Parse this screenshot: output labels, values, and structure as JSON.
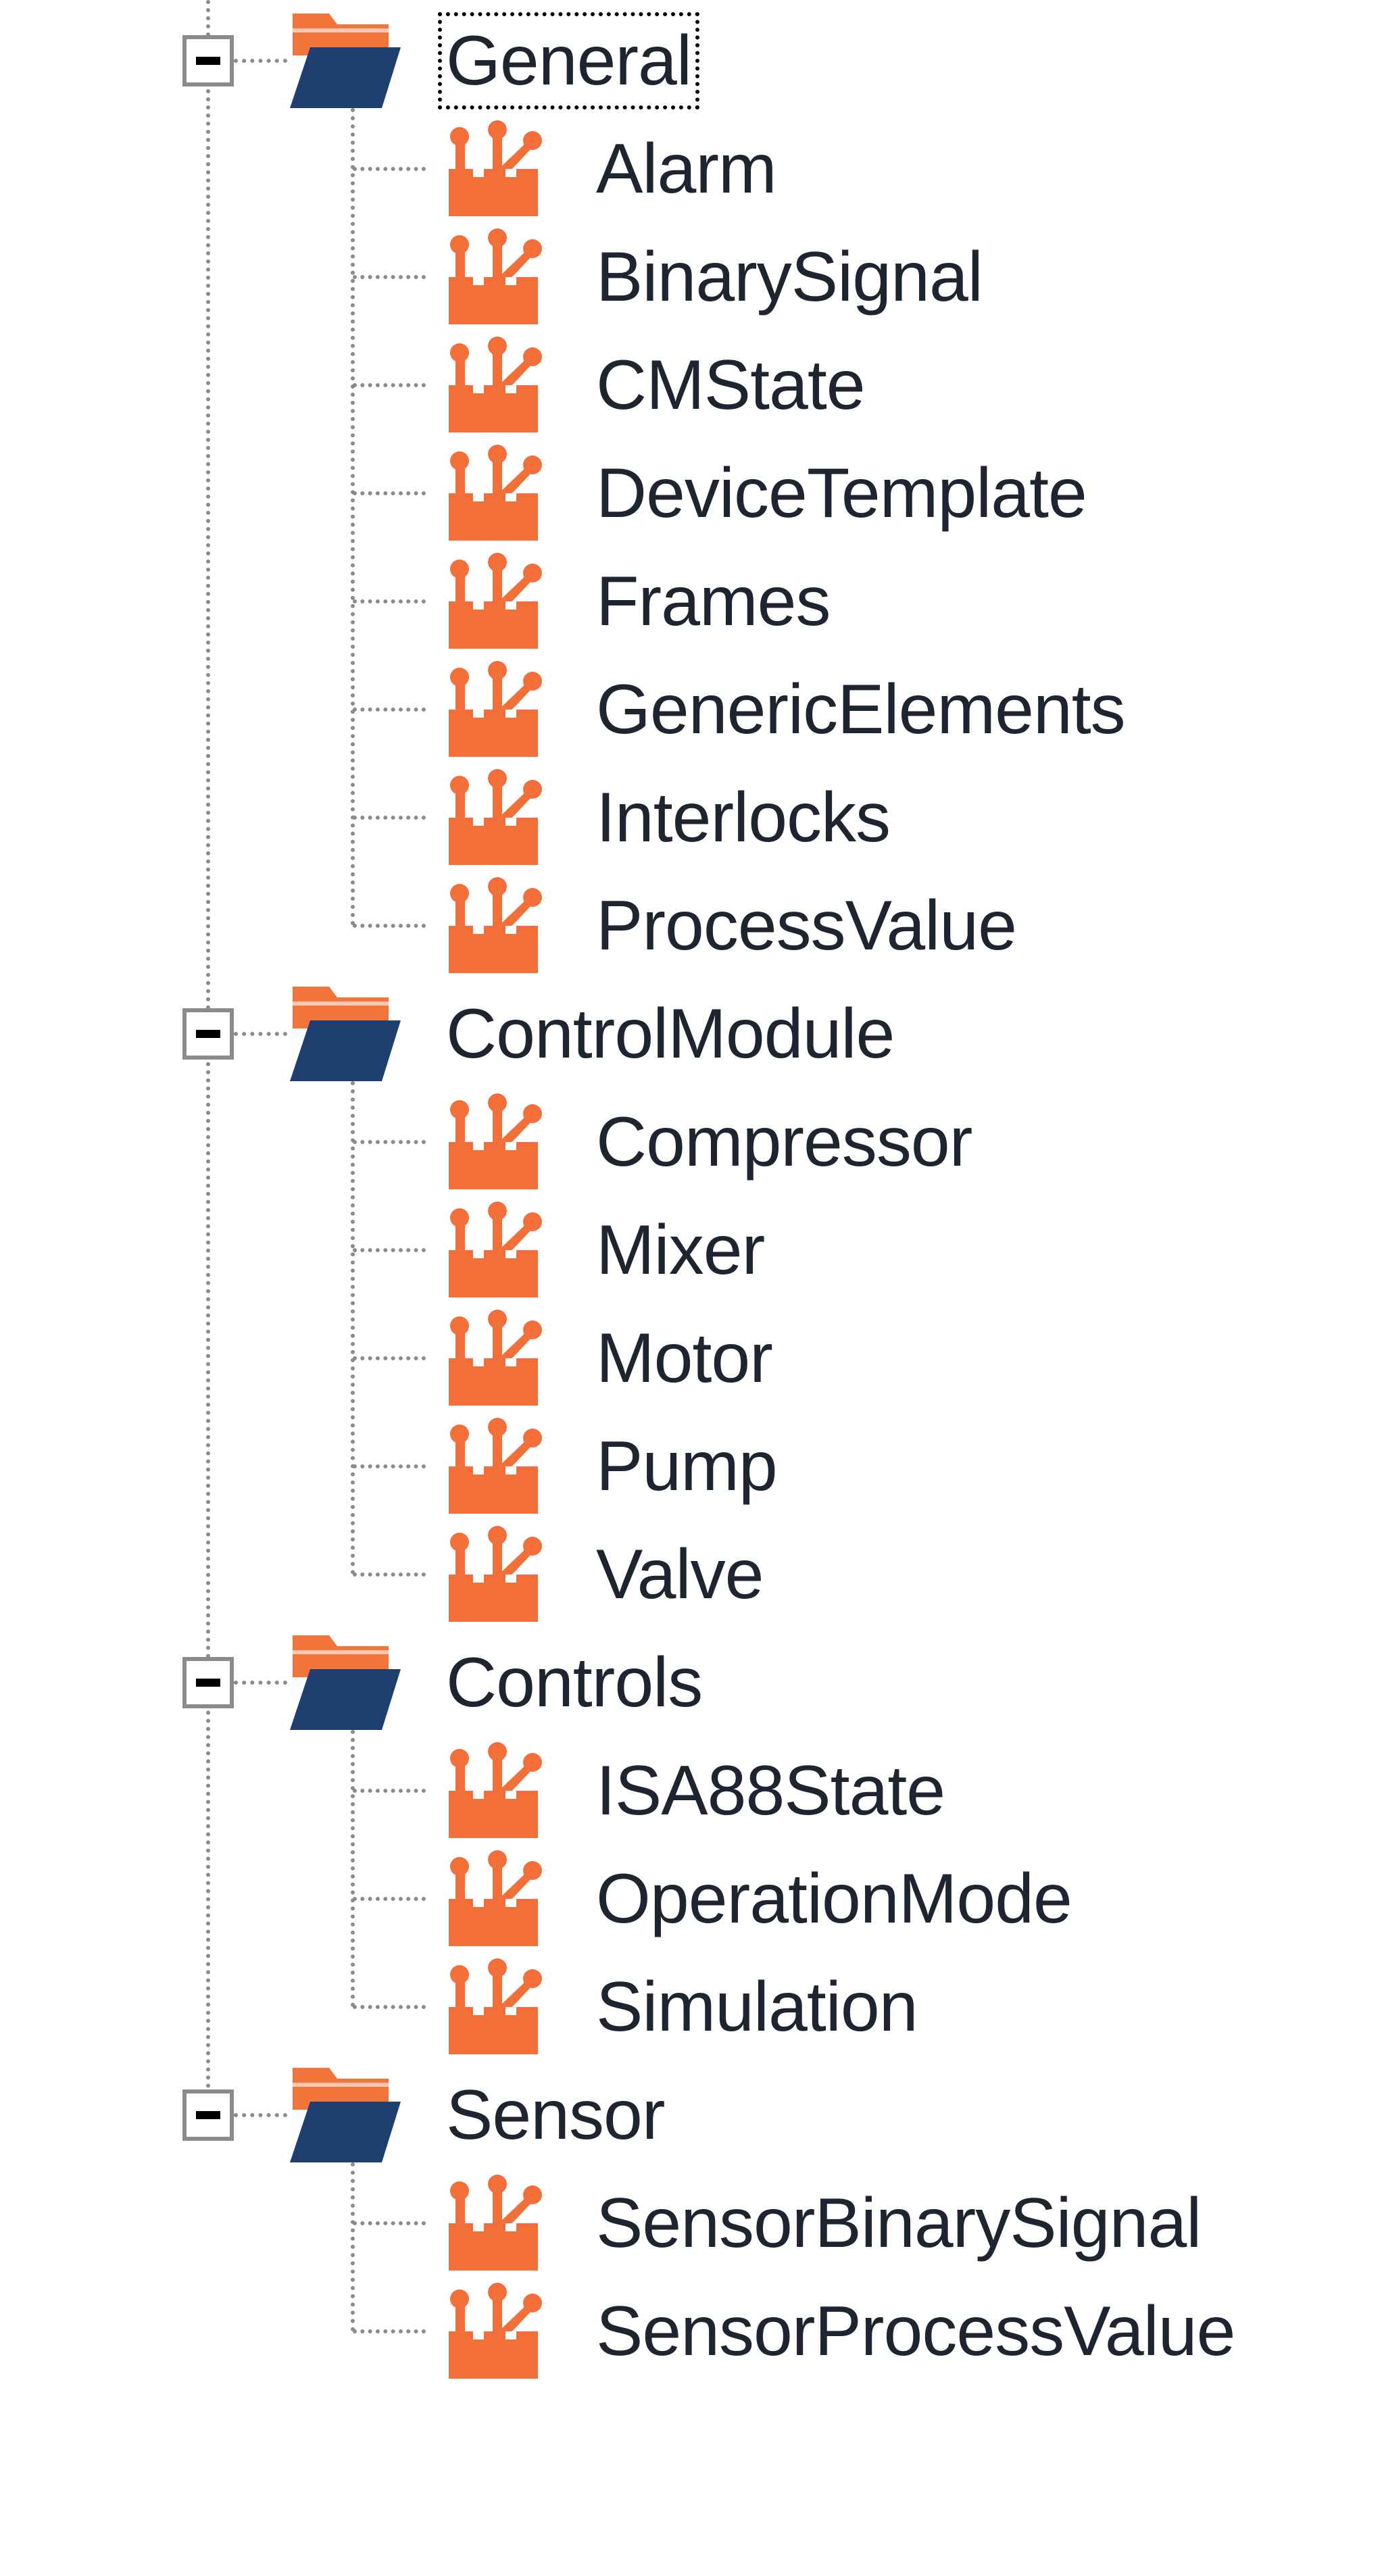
{
  "tree": {
    "selected": "General",
    "groups": [
      {
        "label": "General",
        "folder_icon": "open-folder-icon",
        "toggle_icon": "collapse-minus-icon",
        "expanded": true,
        "children": [
          {
            "label": "Alarm",
            "icon": "faceplate-type-icon"
          },
          {
            "label": "BinarySignal",
            "icon": "faceplate-type-icon"
          },
          {
            "label": "CMState",
            "icon": "faceplate-type-icon"
          },
          {
            "label": "DeviceTemplate",
            "icon": "faceplate-type-icon"
          },
          {
            "label": "Frames",
            "icon": "faceplate-type-icon"
          },
          {
            "label": "GenericElements",
            "icon": "faceplate-type-icon"
          },
          {
            "label": "Interlocks",
            "icon": "faceplate-type-icon"
          },
          {
            "label": "ProcessValue",
            "icon": "faceplate-type-icon"
          }
        ]
      },
      {
        "label": "ControlModule",
        "folder_icon": "open-folder-icon",
        "toggle_icon": "collapse-minus-icon",
        "expanded": true,
        "children": [
          {
            "label": "Compressor",
            "icon": "faceplate-type-icon"
          },
          {
            "label": "Mixer",
            "icon": "faceplate-type-icon"
          },
          {
            "label": "Motor",
            "icon": "faceplate-type-icon"
          },
          {
            "label": "Pump",
            "icon": "faceplate-type-icon"
          },
          {
            "label": "Valve",
            "icon": "faceplate-type-icon"
          }
        ]
      },
      {
        "label": "Controls",
        "folder_icon": "open-folder-icon",
        "toggle_icon": "collapse-minus-icon",
        "expanded": true,
        "children": [
          {
            "label": "ISA88State",
            "icon": "faceplate-type-icon"
          },
          {
            "label": "OperationMode",
            "icon": "faceplate-type-icon"
          },
          {
            "label": "Simulation",
            "icon": "faceplate-type-icon"
          }
        ]
      },
      {
        "label": "Sensor",
        "folder_icon": "open-folder-icon",
        "toggle_icon": "collapse-minus-icon",
        "expanded": true,
        "children": [
          {
            "label": "SensorBinarySignal",
            "icon": "faceplate-type-icon"
          },
          {
            "label": "SensorProcessValue",
            "icon": "faceplate-type-icon"
          }
        ]
      }
    ]
  },
  "colors": {
    "folder_front": "#1f3f6e",
    "folder_back": "#f2763b",
    "item_icon": "#f26f3a",
    "text": "#1e2430",
    "tree_line": "#8a8a8a",
    "toggle_border": "#8b8b8b"
  }
}
